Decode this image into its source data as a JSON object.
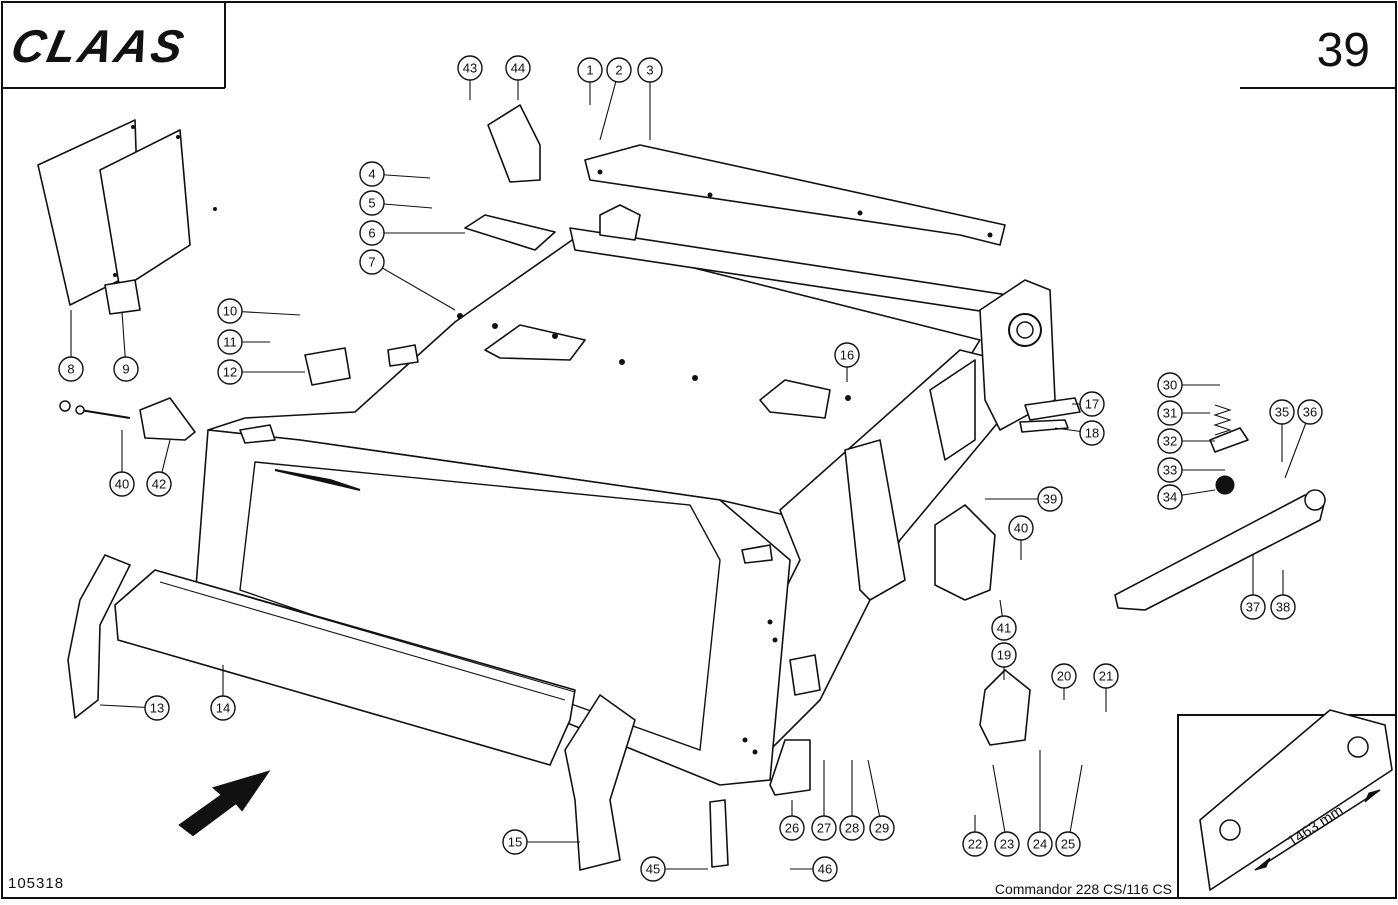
{
  "brand": {
    "logo_text": "CLAAS"
  },
  "page_number": "39",
  "drawing_number": "105318",
  "model_caption": "Commandor 228 CS/116 CS",
  "inset": {
    "dimension_label": "1463 mm"
  },
  "callouts": [
    {
      "id": "1",
      "label": "1"
    },
    {
      "id": "2",
      "label": "2"
    },
    {
      "id": "3",
      "label": "3"
    },
    {
      "id": "4",
      "label": "4"
    },
    {
      "id": "5",
      "label": "5"
    },
    {
      "id": "6",
      "label": "6"
    },
    {
      "id": "7",
      "label": "7"
    },
    {
      "id": "8",
      "label": "8"
    },
    {
      "id": "9",
      "label": "9"
    },
    {
      "id": "10",
      "label": "10"
    },
    {
      "id": "11",
      "label": "11"
    },
    {
      "id": "12",
      "label": "12"
    },
    {
      "id": "13",
      "label": "13"
    },
    {
      "id": "14",
      "label": "14"
    },
    {
      "id": "15",
      "label": "15"
    },
    {
      "id": "16",
      "label": "16"
    },
    {
      "id": "17",
      "label": "17"
    },
    {
      "id": "18",
      "label": "18"
    },
    {
      "id": "19",
      "label": "19"
    },
    {
      "id": "20",
      "label": "20"
    },
    {
      "id": "21",
      "label": "21"
    },
    {
      "id": "22",
      "label": "22"
    },
    {
      "id": "23",
      "label": "23"
    },
    {
      "id": "24",
      "label": "24"
    },
    {
      "id": "25",
      "label": "25"
    },
    {
      "id": "26",
      "label": "26"
    },
    {
      "id": "27",
      "label": "27"
    },
    {
      "id": "28",
      "label": "28"
    },
    {
      "id": "29",
      "label": "29"
    },
    {
      "id": "30",
      "label": "30"
    },
    {
      "id": "31",
      "label": "31"
    },
    {
      "id": "32",
      "label": "32"
    },
    {
      "id": "33",
      "label": "33"
    },
    {
      "id": "34",
      "label": "34"
    },
    {
      "id": "35",
      "label": "35"
    },
    {
      "id": "36",
      "label": "36"
    },
    {
      "id": "37",
      "label": "37"
    },
    {
      "id": "38",
      "label": "38"
    },
    {
      "id": "39",
      "label": "39"
    },
    {
      "id": "40a",
      "label": "40"
    },
    {
      "id": "40b",
      "label": "40"
    },
    {
      "id": "41",
      "label": "41"
    },
    {
      "id": "42",
      "label": "42"
    },
    {
      "id": "43",
      "label": "43"
    },
    {
      "id": "44",
      "label": "44"
    },
    {
      "id": "45",
      "label": "45"
    },
    {
      "id": "46",
      "label": "46"
    }
  ]
}
